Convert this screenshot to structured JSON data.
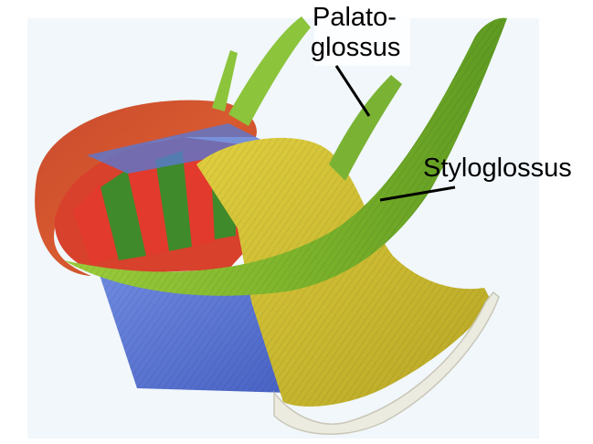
{
  "labels": {
    "palatoglossus_line1": "Palato-",
    "palatoglossus_line2": "glossus",
    "styloglossus": "Styloglossus"
  },
  "colors": {
    "background": "#ffffff",
    "backdrop_panel": "#f1f7fb",
    "red_muscle": "#d2452c",
    "green_muscle": "#86c034",
    "yellow_muscle": "#d0bd2e",
    "blue_muscle": "#5a78d2",
    "hyoid_bone": "#ecebe0",
    "leader_line": "#000000"
  }
}
